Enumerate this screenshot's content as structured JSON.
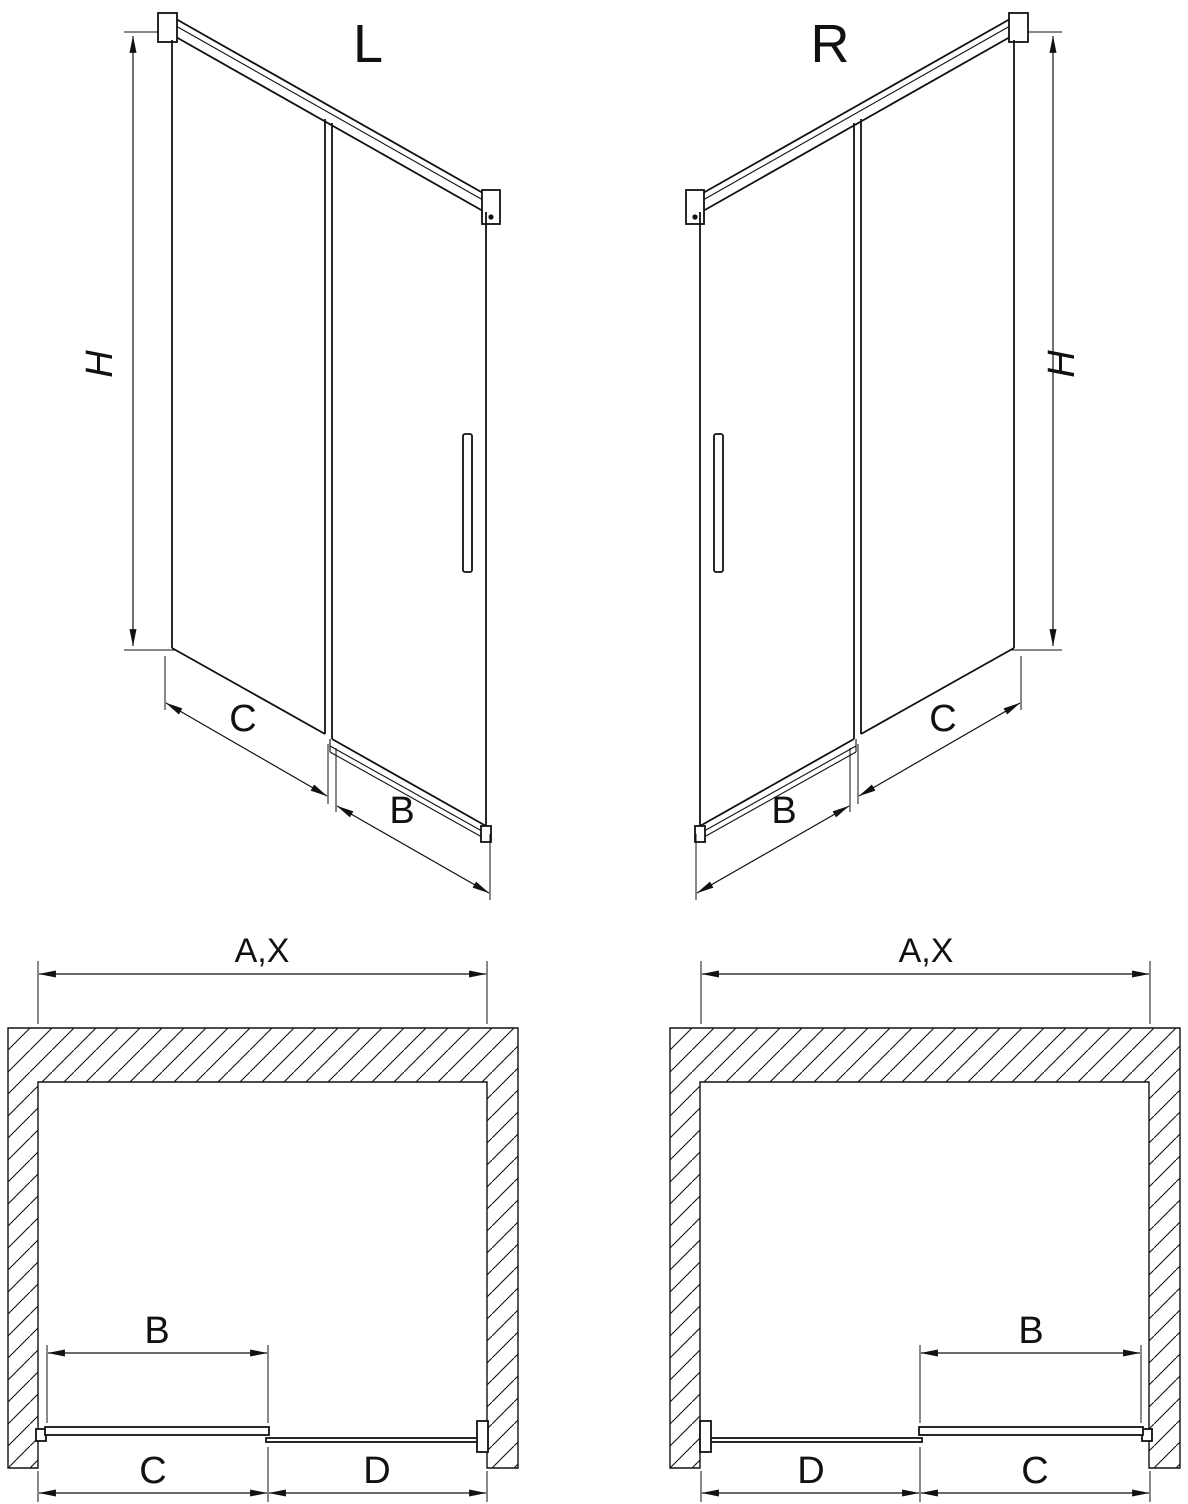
{
  "colors": {
    "line": "#111111",
    "background": "#ffffff"
  },
  "views": {
    "iso_left": {
      "label": "L",
      "dim_height": "H",
      "dim_fixed_width": "C",
      "dim_door_width": "B"
    },
    "iso_right": {
      "label": "R",
      "dim_height": "H",
      "dim_fixed_width": "C",
      "dim_door_width": "B"
    },
    "plan_left": {
      "dim_total_width": "A,X",
      "dim_door_width": "B",
      "dim_c": "C",
      "dim_d": "D"
    },
    "plan_right": {
      "dim_total_width": "A,X",
      "dim_door_width": "B",
      "dim_c": "C",
      "dim_d": "D"
    }
  }
}
